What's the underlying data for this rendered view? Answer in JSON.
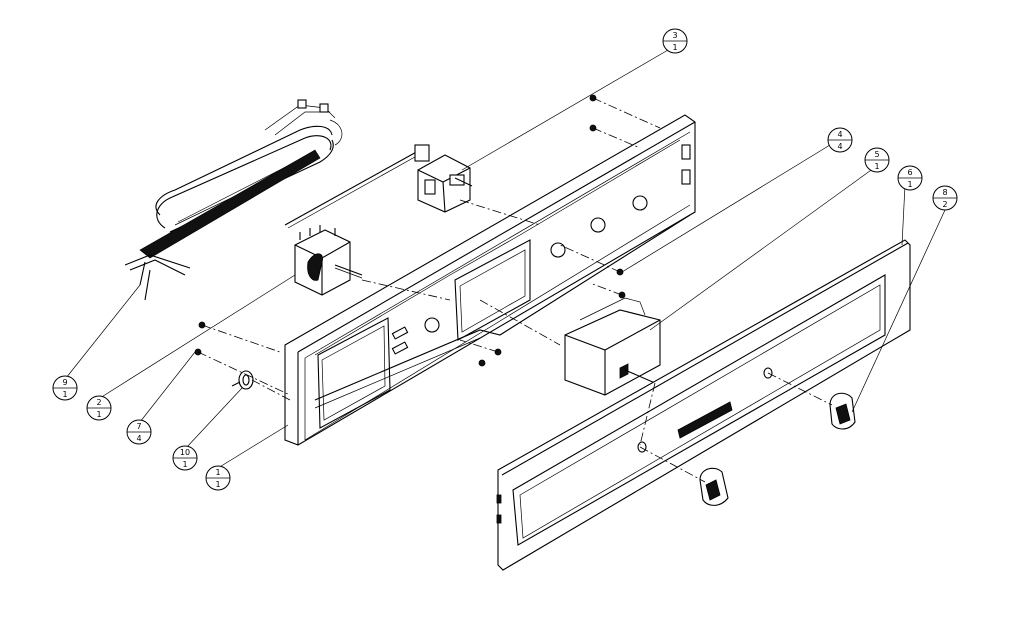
{
  "callouts": [
    {
      "id": "callout-3-1",
      "top": "3",
      "bottom": "1"
    },
    {
      "id": "callout-4-4",
      "top": "4",
      "bottom": "4"
    },
    {
      "id": "callout-5-1",
      "top": "5",
      "bottom": "1"
    },
    {
      "id": "callout-6-1",
      "top": "6",
      "bottom": "1"
    },
    {
      "id": "callout-8-2",
      "top": "8",
      "bottom": "2"
    },
    {
      "id": "callout-9-1",
      "top": "9",
      "bottom": "1"
    },
    {
      "id": "callout-2-1",
      "top": "2",
      "bottom": "1"
    },
    {
      "id": "callout-7-4",
      "top": "7",
      "bottom": "4"
    },
    {
      "id": "callout-10-1",
      "top": "10",
      "bottom": "1"
    },
    {
      "id": "callout-1-1",
      "top": "1",
      "bottom": "1"
    }
  ]
}
